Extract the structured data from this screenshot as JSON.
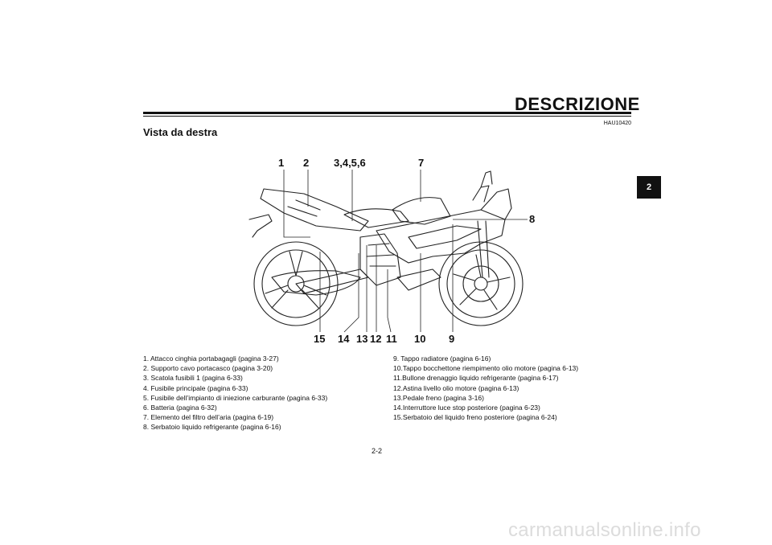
{
  "header": {
    "title": "DESCRIZIONE",
    "doc_code": "HAU10420"
  },
  "section": {
    "title": "Vista da destra"
  },
  "chapter_tab": "2",
  "figure": {
    "callouts": [
      "1",
      "2",
      "3,4,5,6",
      "7",
      "8",
      "9",
      "10",
      "11",
      "12",
      "13",
      "14",
      "15"
    ]
  },
  "legend": {
    "left": [
      "1.  Attacco cinghia portabagagli (pagina 3-27)",
      "2.  Supporto cavo portacasco (pagina 3-20)",
      "3.  Scatola fusibili 1 (pagina 6-33)",
      "4.  Fusibile principale (pagina 6-33)",
      "5.  Fusibile dell’impianto di iniezione carburante (pagina 6-33)",
      "6.  Batteria (pagina 6-32)",
      "7.  Elemento del filtro dell’aria (pagina 6-19)",
      "8.  Serbatoio liquido refrigerante (pagina 6-16)"
    ],
    "right": [
      "9.  Tappo radiatore (pagina 6-16)",
      "10.Tappo bocchettone riempimento olio motore (pagina 6-13)",
      "11.Bullone drenaggio liquido refrigerante (pagina 6-17)",
      "12.Astina livello olio motore (pagina 6-13)",
      "13.Pedale freno (pagina 3-16)",
      "14.Interruttore luce stop posteriore (pagina 6-23)",
      "15.Serbatoio del liquido freno posteriore (pagina 6-24)"
    ]
  },
  "page_number": "2-2",
  "watermark": "carmanualsonline.info"
}
